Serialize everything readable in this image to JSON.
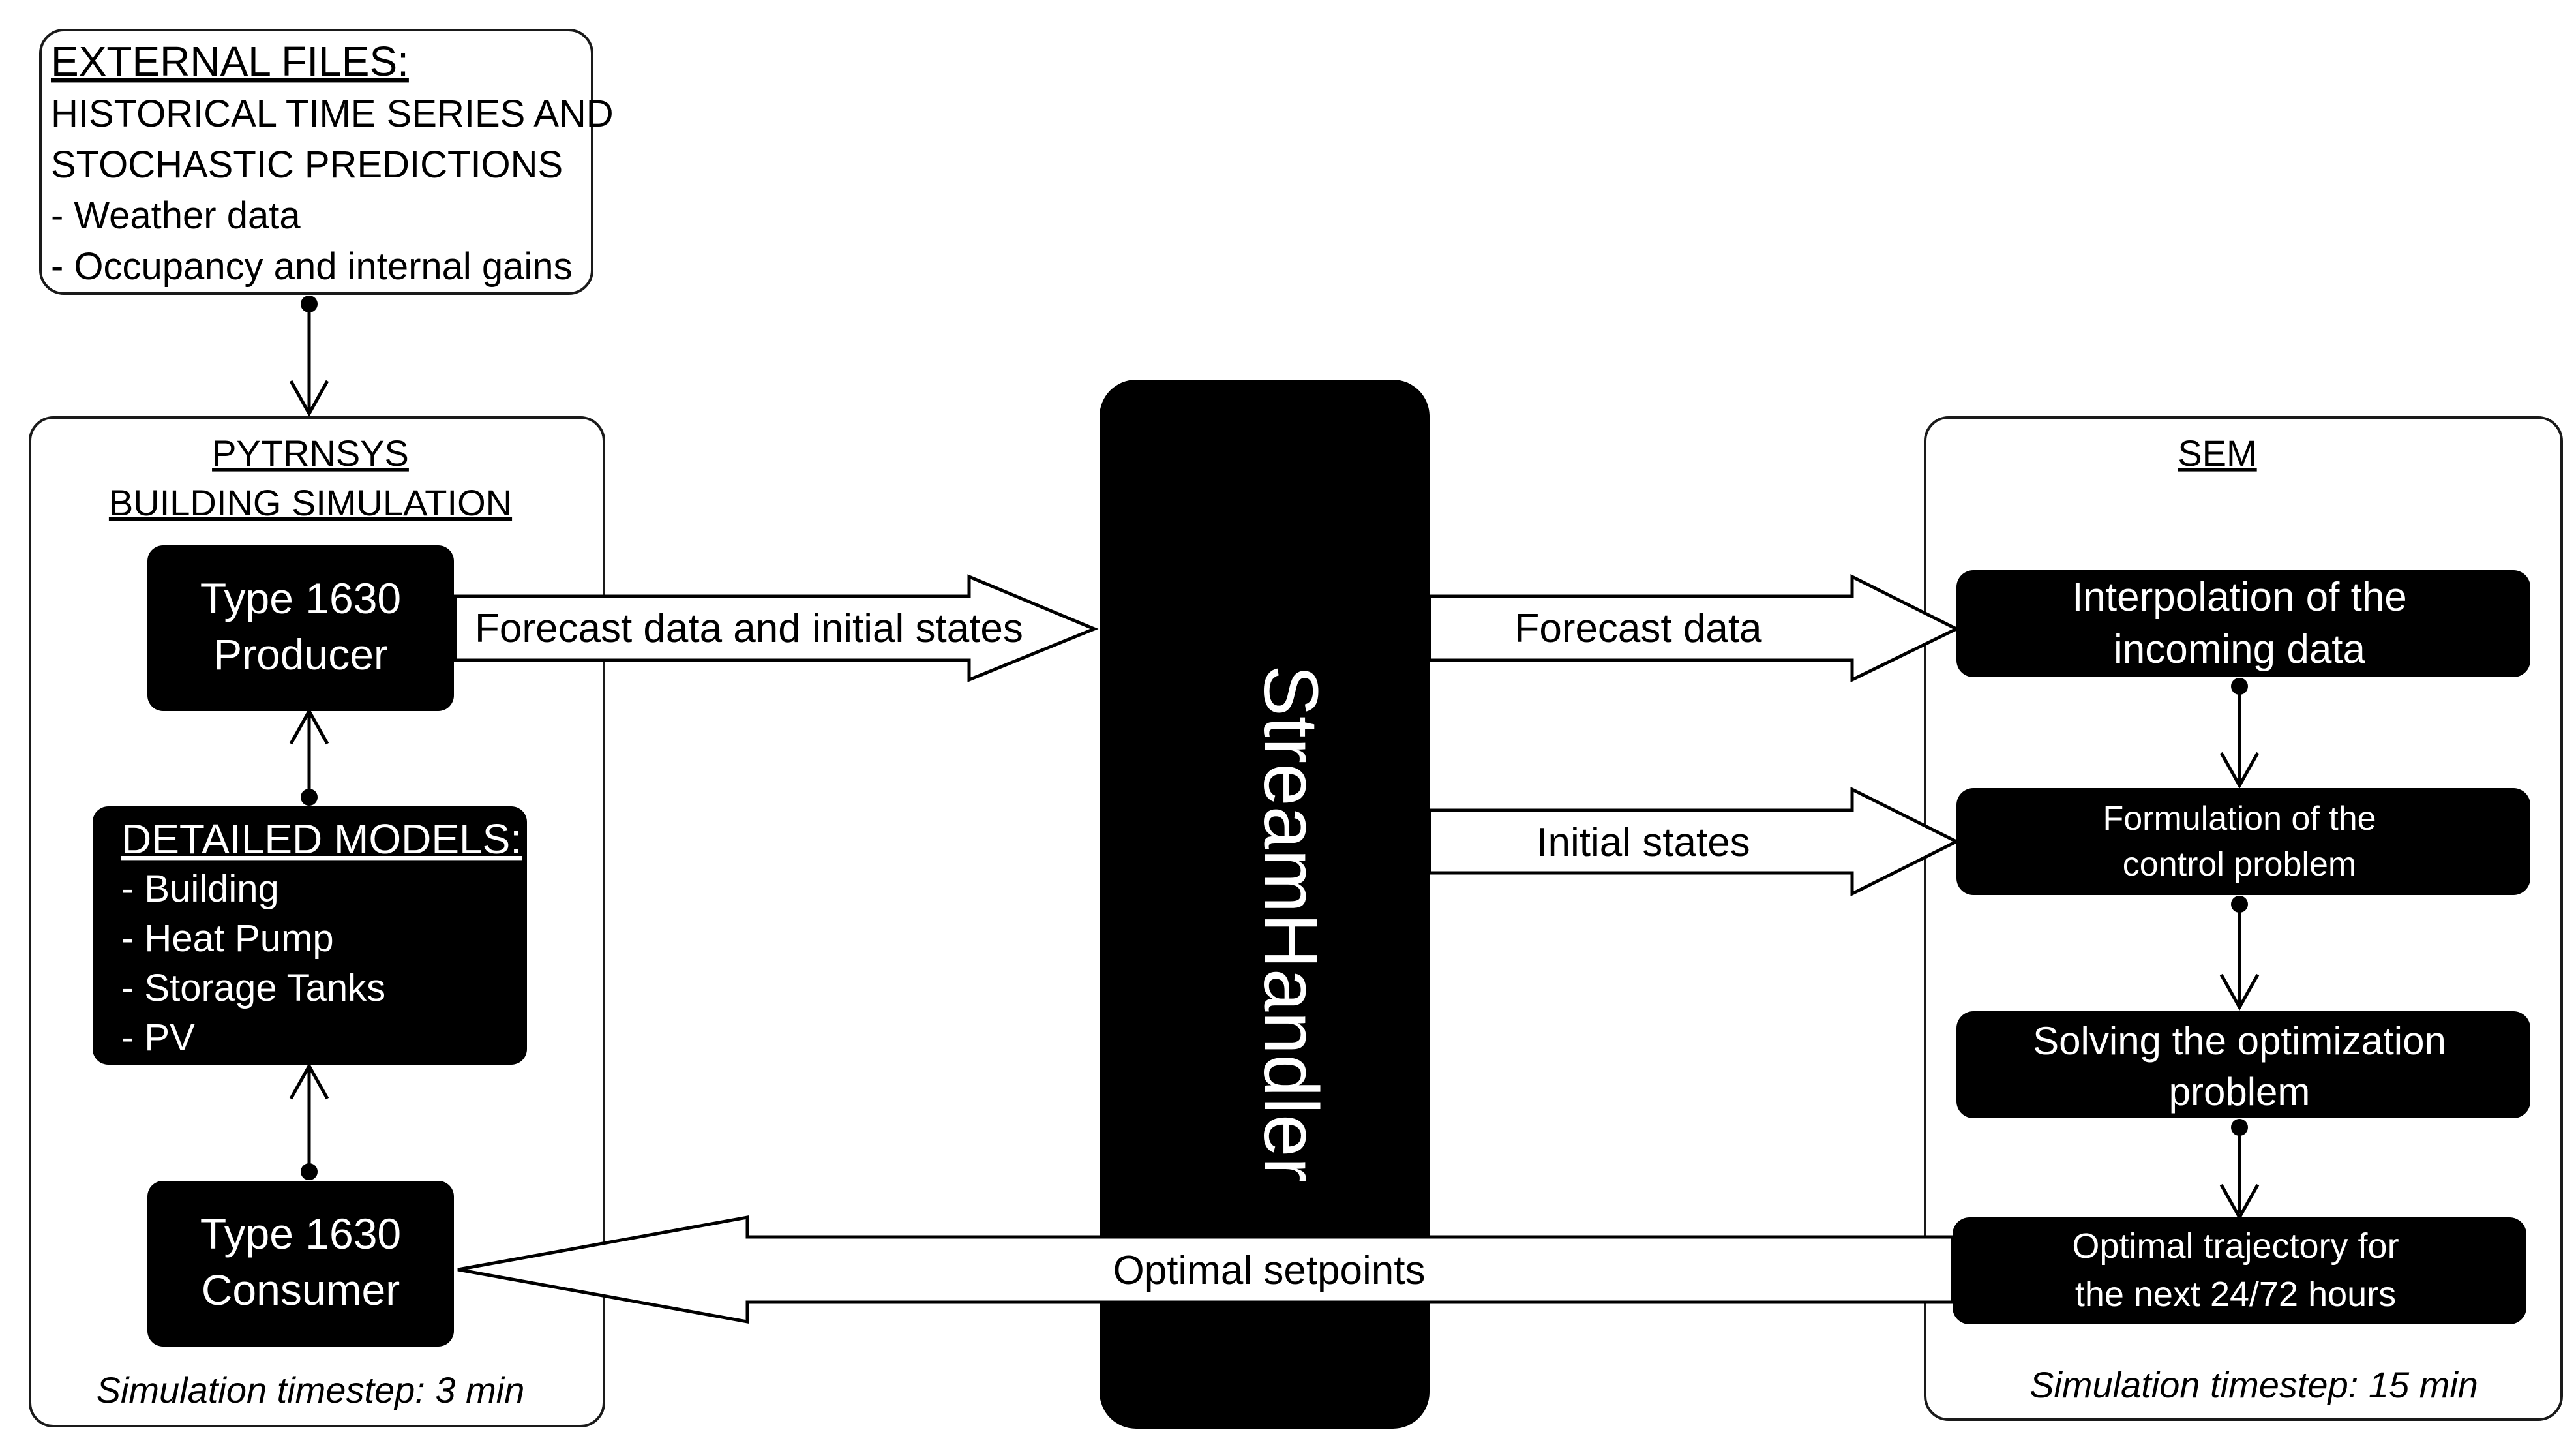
{
  "external_files": {
    "title": "EXTERNAL FILES:",
    "lines": [
      "HISTORICAL TIME SERIES AND",
      "STOCHASTIC PREDICTIONS",
      "- Weather data",
      "- Occupancy and internal gains"
    ]
  },
  "pytrnsys": {
    "title_lines": [
      "PYTRNSYS",
      "BUILDING SIMULATION"
    ],
    "producer_lines": [
      "Type 1630",
      "Producer"
    ],
    "detailed_models": {
      "title": "DETAILED MODELS:",
      "items": [
        "- Building",
        "- Heat Pump",
        "- Storage Tanks",
        "- PV"
      ]
    },
    "consumer_lines": [
      "Type 1630",
      "Consumer"
    ],
    "timestep": "Simulation timestep: 3 min"
  },
  "streamhandler": {
    "label": "StreamHandler"
  },
  "sem": {
    "title": "SEM",
    "steps": [
      [
        "Interpolation of the",
        "incoming data"
      ],
      [
        "Formulation of the",
        "control problem"
      ],
      [
        "Solving the optimization",
        "problem"
      ],
      [
        "Optimal trajectory for",
        "the next 24/72 hours"
      ]
    ],
    "timestep": "Simulation timestep: 15 min"
  },
  "flows": {
    "forecast_and_initial": "Forecast data and initial states",
    "forecast": "Forecast data",
    "initial_states": "Initial states",
    "optimal_setpoints": "Optimal setpoints"
  }
}
